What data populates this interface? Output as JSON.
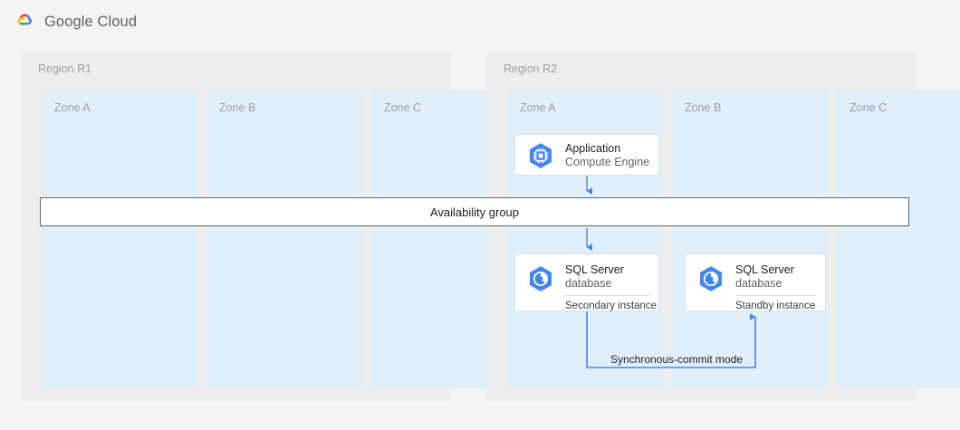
{
  "brand": {
    "name": "Google Cloud",
    "logo_icon": "google-cloud-logo-icon",
    "colors": {
      "red": "#EA4335",
      "yellow": "#FBBC04",
      "green": "#34A853",
      "blue": "#4285F4"
    }
  },
  "diagram": {
    "type": "architecture-diagram",
    "background": "#f4f4f4",
    "region_background": "#eeeeee",
    "zone_background": "#e1effa",
    "accent_blue": "#4285F4",
    "connector_blue": "#4285F4",
    "regions": [
      {
        "id": "r1",
        "label": "Region R1",
        "zones": [
          {
            "id": "r1-zone-a",
            "label": "Zone A",
            "nodes": []
          },
          {
            "id": "r1-zone-b",
            "label": "Zone B",
            "nodes": []
          },
          {
            "id": "r1-zone-c",
            "label": "Zone C",
            "nodes": []
          }
        ]
      },
      {
        "id": "r2",
        "label": "Region R2",
        "zones": [
          {
            "id": "r2-zone-a",
            "label": "Zone A"
          },
          {
            "id": "r2-zone-b",
            "label": "Zone B"
          },
          {
            "id": "r2-zone-c",
            "label": "Zone C"
          }
        ]
      }
    ],
    "availability_group": {
      "label": "Availability group"
    },
    "nodes": [
      {
        "id": "application",
        "icon": "compute-engine-icon",
        "title": "Application",
        "subtitle": "Compute Engine",
        "meta": "",
        "zone": "r2-zone-a"
      },
      {
        "id": "sql-secondary",
        "icon": "sql-server-database-icon",
        "title": "SQL Server",
        "subtitle": "database",
        "meta": "Secondary instance",
        "zone": "r2-zone-a"
      },
      {
        "id": "sql-standby",
        "icon": "sql-server-database-icon",
        "title": "SQL Server",
        "subtitle": "database",
        "meta": "Standby instance",
        "zone": "r2-zone-b"
      }
    ],
    "connectors": [
      {
        "id": "app-to-availability-group",
        "from": "application",
        "to": "availability-group",
        "label": "",
        "arrow": "down"
      },
      {
        "id": "availability-group-to-sql-secondary",
        "from": "availability-group",
        "to": "sql-secondary",
        "label": "",
        "arrow": "down"
      },
      {
        "id": "sql-secondary-to-sql-standby",
        "from": "sql-secondary",
        "to": "sql-standby",
        "label": "Synchronous-commit mode",
        "arrow": "up"
      }
    ]
  }
}
